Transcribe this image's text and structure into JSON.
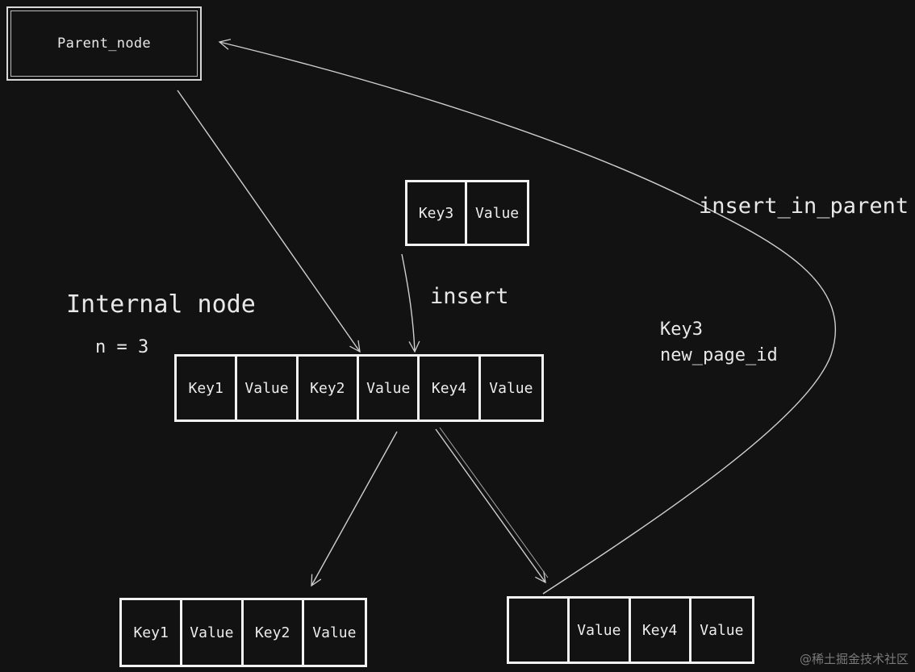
{
  "parent_node": {
    "label": "Parent_node"
  },
  "new_key_node": {
    "cells": [
      "Key3",
      "Value"
    ]
  },
  "internal_node": {
    "title": "Internal node",
    "param": "n = 3",
    "cells": [
      "Key1",
      "Value",
      "Key2",
      "Value",
      "Key4",
      "Value"
    ]
  },
  "left_child": {
    "cells": [
      "Key1",
      "Value",
      "Key2",
      "Value"
    ]
  },
  "right_child": {
    "cells": [
      "",
      "Value",
      "Key4",
      "Value"
    ]
  },
  "annotations": {
    "insert": "insert",
    "insert_in_parent": "insert_in_parent",
    "promoted_key": "Key3",
    "promoted_page": "new_page_id"
  },
  "watermark": "@稀土掘金技术社区",
  "colors": {
    "background": "#121212",
    "stroke": "#f2f2f2",
    "text": "#e8e8e8",
    "arrow": "#cfcfcf"
  }
}
